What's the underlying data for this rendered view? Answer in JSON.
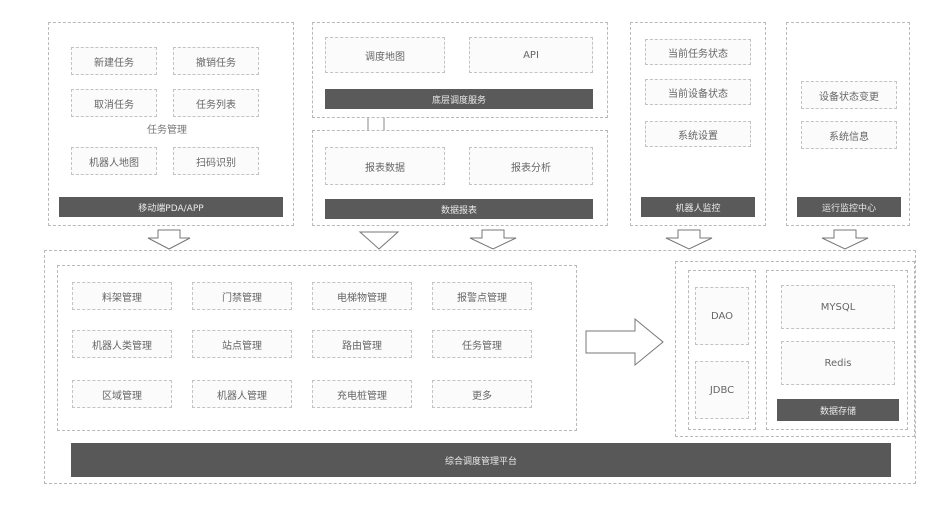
{
  "pda_app": {
    "items": [
      "新建任务",
      "撤销任务",
      "取消任务",
      "任务列表",
      "机器人地图",
      "扫码识别"
    ],
    "group_label": "任务管理",
    "bar": "移动端PDA/APP"
  },
  "scheduling": {
    "top_items": [
      "调度地图",
      "API"
    ],
    "top_bar": "底层调度服务",
    "bottom_items": [
      "报表数据",
      "报表分析"
    ],
    "bottom_bar": "数据报表"
  },
  "robot_monitor": {
    "items": [
      "当前任务状态",
      "当前设备状态",
      "系统设置"
    ],
    "bar": "机器人监控"
  },
  "device_panel": {
    "items": [
      "设备状态变更",
      "系统信息"
    ],
    "bar": "运行监控中心"
  },
  "platform": {
    "modules": [
      "料架管理",
      "门禁管理",
      "电梯物管理",
      "报警点管理",
      "机器人类管理",
      "站点管理",
      "路由管理",
      "任务管理",
      "区域管理",
      "机器人管理",
      "充电桩管理",
      "更多"
    ],
    "bar": "综合调度管理平台"
  },
  "data_layer": {
    "access": [
      "DAO",
      "JDBC"
    ],
    "stores": [
      "MYSQL",
      "Redis"
    ],
    "store_bar": "数据存储"
  }
}
